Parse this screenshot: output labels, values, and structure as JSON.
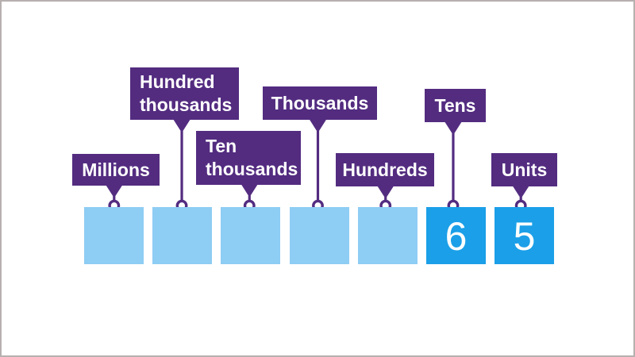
{
  "labels": [
    {
      "id": "millions",
      "text": "Millions"
    },
    {
      "id": "hundred-thousands",
      "text": "Hundred\nthousands"
    },
    {
      "id": "ten-thousands",
      "text": "Ten\nthousands"
    },
    {
      "id": "thousands",
      "text": "Thousands"
    },
    {
      "id": "hundreds",
      "text": "Hundreds"
    },
    {
      "id": "tens",
      "text": "Tens"
    },
    {
      "id": "units",
      "text": "Units"
    }
  ],
  "cells": [
    {
      "place": "millions",
      "value": ""
    },
    {
      "place": "hundred-thousands",
      "value": ""
    },
    {
      "place": "ten-thousands",
      "value": ""
    },
    {
      "place": "thousands",
      "value": ""
    },
    {
      "place": "hundreds",
      "value": ""
    },
    {
      "place": "tens",
      "value": "6"
    },
    {
      "place": "units",
      "value": "5"
    }
  ],
  "colors": {
    "label_purple": "#532c80",
    "cell_light_blue": "#8ecdf4",
    "cell_active_blue": "#1b9fe8",
    "text_white": "#ffffff",
    "border_gray": "#b7b0b0"
  }
}
